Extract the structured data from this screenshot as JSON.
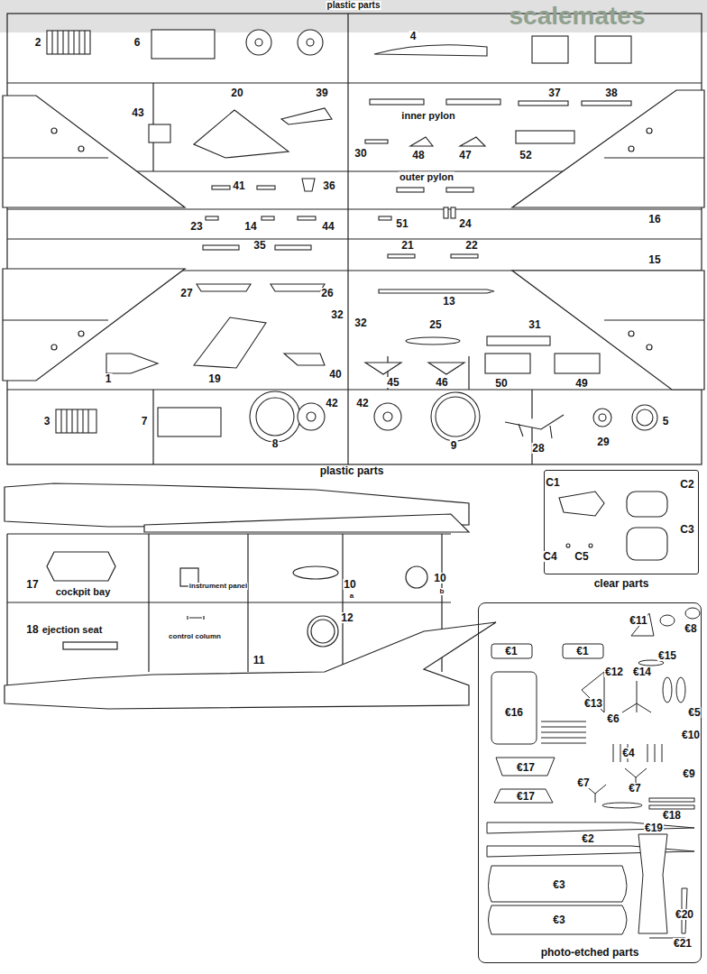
{
  "diagram": {
    "nodes": [
      {
        "text": [
          "clear parts"
        ]
      },
      {
        "text": [
          "photo-etched parts"
        ]
      }
    ],
    "labels": [
      "plastic parts",
      "scalemates",
      "2",
      "6",
      "4",
      "43",
      "20",
      "39",
      "37",
      "38",
      "inner pylon",
      "30",
      "48",
      "47",
      "52",
      "41",
      "36",
      "outer pylon",
      "16",
      "23",
      "14",
      "44",
      "51",
      "24",
      "35",
      "21",
      "22",
      "15",
      "27",
      "26",
      "32",
      "13",
      "32",
      "25",
      "31",
      "1",
      "19",
      "40",
      "45",
      "46",
      "50",
      "49",
      "3",
      "7",
      "8",
      "42",
      "42",
      "9",
      "28",
      "29",
      "5",
      "plastic parts",
      "17",
      "cockpit bay",
      "instrument panel",
      "10",
      "a",
      "10",
      "b",
      "control column",
      "18",
      "ejection seat",
      "12",
      "11",
      "C1",
      "C2",
      "C3",
      "C4",
      "C5",
      "€11",
      "€8",
      "€1",
      "€1",
      "€15",
      "€12",
      "€14",
      "€5",
      "€13",
      "€16",
      "€6",
      "€10",
      "€4",
      "€9",
      "€17",
      "€7",
      "€7",
      "€17",
      "€18",
      "€2",
      "€19",
      "€3",
      "€3",
      "€20",
      "€21"
    ]
  }
}
